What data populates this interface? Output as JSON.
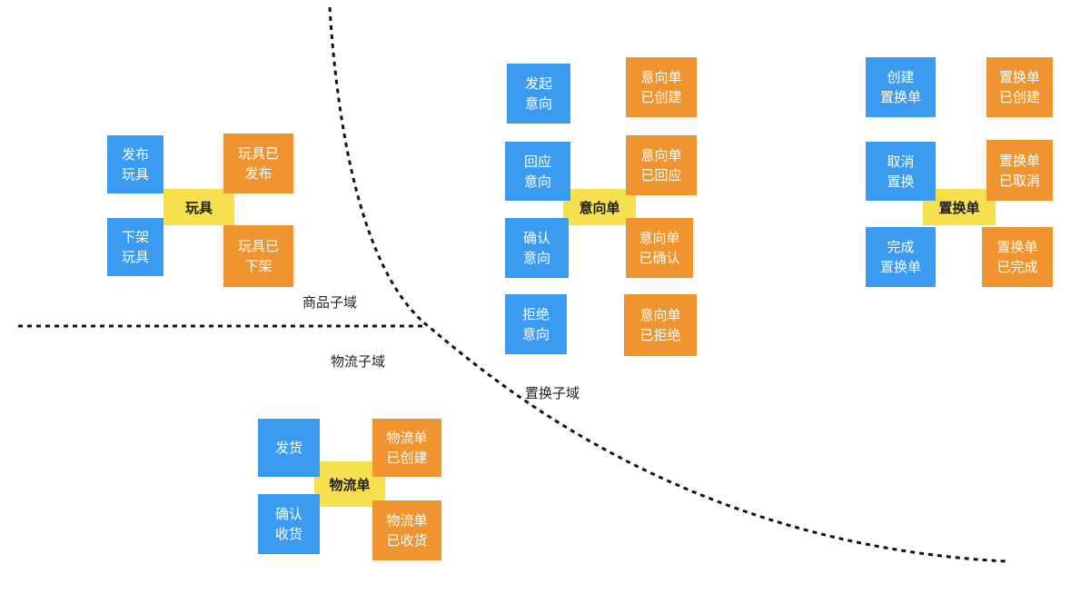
{
  "diagram": {
    "domains": [
      {
        "id": "goods",
        "label": "商品子域"
      },
      {
        "id": "logistics",
        "label": "物流子域"
      },
      {
        "id": "exchange",
        "label": "置换子域"
      }
    ],
    "aggregates": [
      {
        "id": "toy",
        "name": "玩具",
        "commands": [
          [
            "发布",
            "玩具"
          ],
          [
            "下架",
            "玩具"
          ]
        ],
        "events": [
          [
            "玩具已",
            "发布"
          ],
          [
            "玩具已",
            "下架"
          ]
        ]
      },
      {
        "id": "intent",
        "name": "意向单",
        "commands": [
          [
            "发起",
            "意向"
          ],
          [
            "回应",
            "意向"
          ],
          [
            "确认",
            "意向"
          ],
          [
            "拒绝",
            "意向"
          ]
        ],
        "events": [
          [
            "意向单",
            "已创建"
          ],
          [
            "意向单",
            "已回应"
          ],
          [
            "意向单",
            "已确认"
          ],
          [
            "意向单",
            "已拒绝"
          ]
        ]
      },
      {
        "id": "exchange_order",
        "name": "置换单",
        "commands": [
          [
            "创建",
            "置换单"
          ],
          [
            "取消",
            "置换"
          ],
          [
            "完成",
            "置换单"
          ]
        ],
        "events": [
          [
            "置换单",
            "已创建"
          ],
          [
            "置换单",
            "已取消"
          ],
          [
            "置换单",
            "已完成"
          ]
        ]
      },
      {
        "id": "logistics_order",
        "name": "物流单",
        "commands": [
          [
            "发货"
          ],
          [
            "确认",
            "收货"
          ]
        ],
        "events": [
          [
            "物流单",
            "已创建"
          ],
          [
            "物流单",
            "已收货"
          ]
        ]
      }
    ],
    "legend_colors": {
      "command": "#3a9bf0",
      "event": "#f09430",
      "aggregate": "#f6e04e",
      "boundary": "#111111"
    }
  }
}
